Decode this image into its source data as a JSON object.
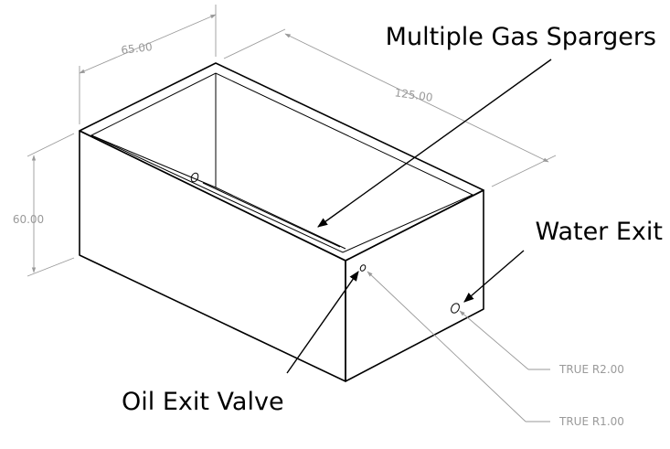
{
  "callouts": {
    "spargers": "Multiple Gas Spargers",
    "water_exit": "Water Exit",
    "oil_exit": "Oil Exit Valve"
  },
  "dimensions": {
    "width": "65.00",
    "length": "125.00",
    "height": "60.00",
    "hole_large": "TRUE R2.00",
    "hole_small": "TRUE R1.00"
  }
}
